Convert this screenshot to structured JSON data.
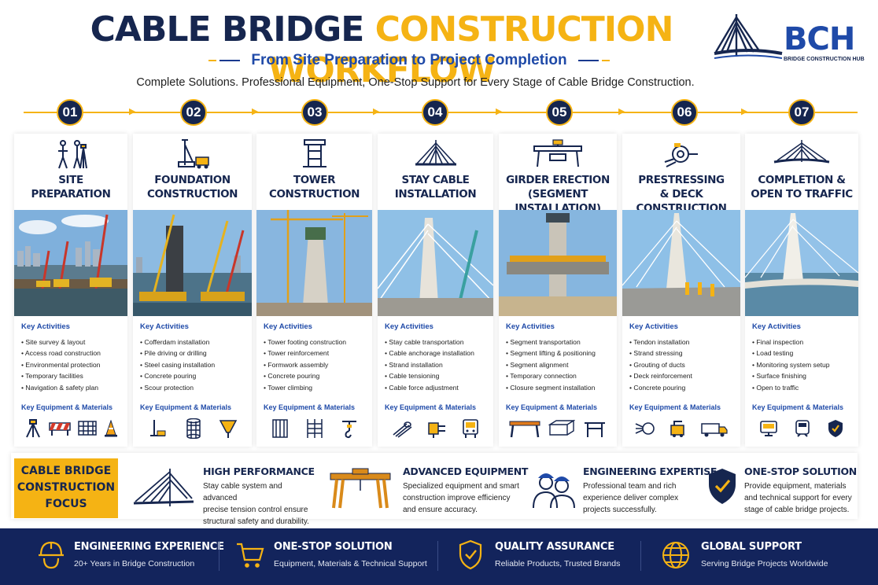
{
  "header": {
    "title_part1": "CABLE BRIDGE",
    "title_part2": "CONSTRUCTION WORKFLOW",
    "subtitle": "From Site Preparation to Project Completion",
    "tagline": "Complete Solutions. Professional Equipment, One-Stop Support for Every Stage of Cable Bridge Construction.",
    "logo_mark": "BCH",
    "logo_sub": "BRIDGE CONSTRUCTION HUB"
  },
  "colors": {
    "navy": "#16264f",
    "accent": "#f5b314",
    "blue": "#1f4aa8",
    "footer": "#13245c"
  },
  "labels": {
    "key_activities": "Key Activities",
    "key_equipment": "Key Equipment & Materials"
  },
  "steps": [
    {
      "num": "01",
      "name_l1": "SITE",
      "name_l2": "PREPARATION",
      "icon": "surveyor-icon",
      "activities": [
        "Site survey & layout",
        "Access road construction",
        "Environmental protection",
        "Temporary facilities",
        "Navigation & safety plan"
      ],
      "equipment": [
        "tripod-icon",
        "barrier-icon",
        "fence-icon",
        "cone-icon"
      ]
    },
    {
      "num": "02",
      "name_l1": "FOUNDATION",
      "name_l2": "CONSTRUCTION",
      "icon": "drilling-rig-icon",
      "activities": [
        "Cofferdam installation",
        "Pile driving or drilling",
        "Steel casing installation",
        "Concrete pouring",
        "Scour protection"
      ],
      "equipment": [
        "pile-driver-icon",
        "rebar-cage-icon",
        "hopper-icon"
      ]
    },
    {
      "num": "03",
      "name_l1": "TOWER",
      "name_l2": "CONSTRUCTION",
      "icon": "tower-icon",
      "activities": [
        "Tower footing construction",
        "Tower reinforcement",
        "Formwork assembly",
        "Concrete pouring",
        "Tower climbing"
      ],
      "equipment": [
        "formwork-icon",
        "scaffold-icon",
        "crane-hook-icon"
      ]
    },
    {
      "num": "04",
      "name_l1": "STAY CABLE",
      "name_l2": "INSTALLATION",
      "icon": "cable-stay-icon",
      "activities": [
        "Stay cable transportation",
        "Cable anchorage installation",
        "Strand installation",
        "Cable tensioning",
        "Cable force adjustment"
      ],
      "equipment": [
        "cable-coil-icon",
        "jack-icon",
        "control-unit-icon"
      ]
    },
    {
      "num": "05",
      "name_l1": "GIRDER ERECTION",
      "name_l2": "(SEGMENT INSTALLATION)",
      "icon": "gantry-icon",
      "activities": [
        "Segment transportation",
        "Segment lifting & positioning",
        "Segment alignment",
        "Temporary connection",
        "Closure segment installation"
      ],
      "equipment": [
        "gantry-crane-icon",
        "segment-box-icon",
        "bracket-icon"
      ]
    },
    {
      "num": "06",
      "name_l1": "PRESTRESSING",
      "name_l2": "& DECK CONSTRUCTION",
      "icon": "tensioning-jack-icon",
      "activities": [
        "Tendon installation",
        "Strand stressing",
        "Grouting of ducts",
        "Deck reinforcement",
        "Concrete pouring"
      ],
      "equipment": [
        "strand-pusher-icon",
        "pump-icon",
        "truck-icon"
      ]
    },
    {
      "num": "07",
      "name_l1": "COMPLETION &",
      "name_l2": "OPEN TO TRAFFIC",
      "icon": "bridge-icon",
      "activities": [
        "Final inspection",
        "Load testing",
        "Monitoring system setup",
        "Surface finishing",
        "Open to traffic"
      ],
      "equipment": [
        "monitor-icon",
        "train-icon",
        "shield-icon"
      ]
    }
  ],
  "focus": {
    "tag_l1": "CABLE BRIDGE",
    "tag_l2": "CONSTRUCTION",
    "tag_l3": "FOCUS",
    "items": [
      {
        "title": "HIGH PERFORMANCE",
        "l1": "Stay cable system and advanced",
        "l2": "precise tension control ensure",
        "l3": "structural safety and durability.",
        "icon": "cable-bridge-icon"
      },
      {
        "title": "ADVANCED EQUIPMENT",
        "l1": "Specialized equipment and smart",
        "l2": "construction improve efficiency",
        "l3": "and ensure accuracy.",
        "icon": "gantry-crane-icon"
      },
      {
        "title": "ENGINEERING EXPERTISE",
        "l1": "Professional team and rich",
        "l2": "experience deliver complex",
        "l3": "projects successfully.",
        "icon": "engineers-icon"
      },
      {
        "title": "ONE-STOP SOLUTION",
        "l1": "Provide equipment, materials",
        "l2": "and technical support for every",
        "l3": "stage of cable bridge projects.",
        "icon": "shield-check-icon"
      }
    ]
  },
  "footer": [
    {
      "title": "ENGINEERING EXPERIENCE",
      "desc": "20+ Years in Bridge Construction",
      "icon": "hard-hat-icon"
    },
    {
      "title": "ONE-STOP SOLUTION",
      "desc": "Equipment, Materials & Technical Support",
      "icon": "cart-icon"
    },
    {
      "title": "QUALITY ASSURANCE",
      "desc": "Reliable Products, Trusted Brands",
      "icon": "quality-shield-icon"
    },
    {
      "title": "GLOBAL SUPPORT",
      "desc": "Serving Bridge Projects Worldwide",
      "icon": "globe-icon"
    }
  ]
}
